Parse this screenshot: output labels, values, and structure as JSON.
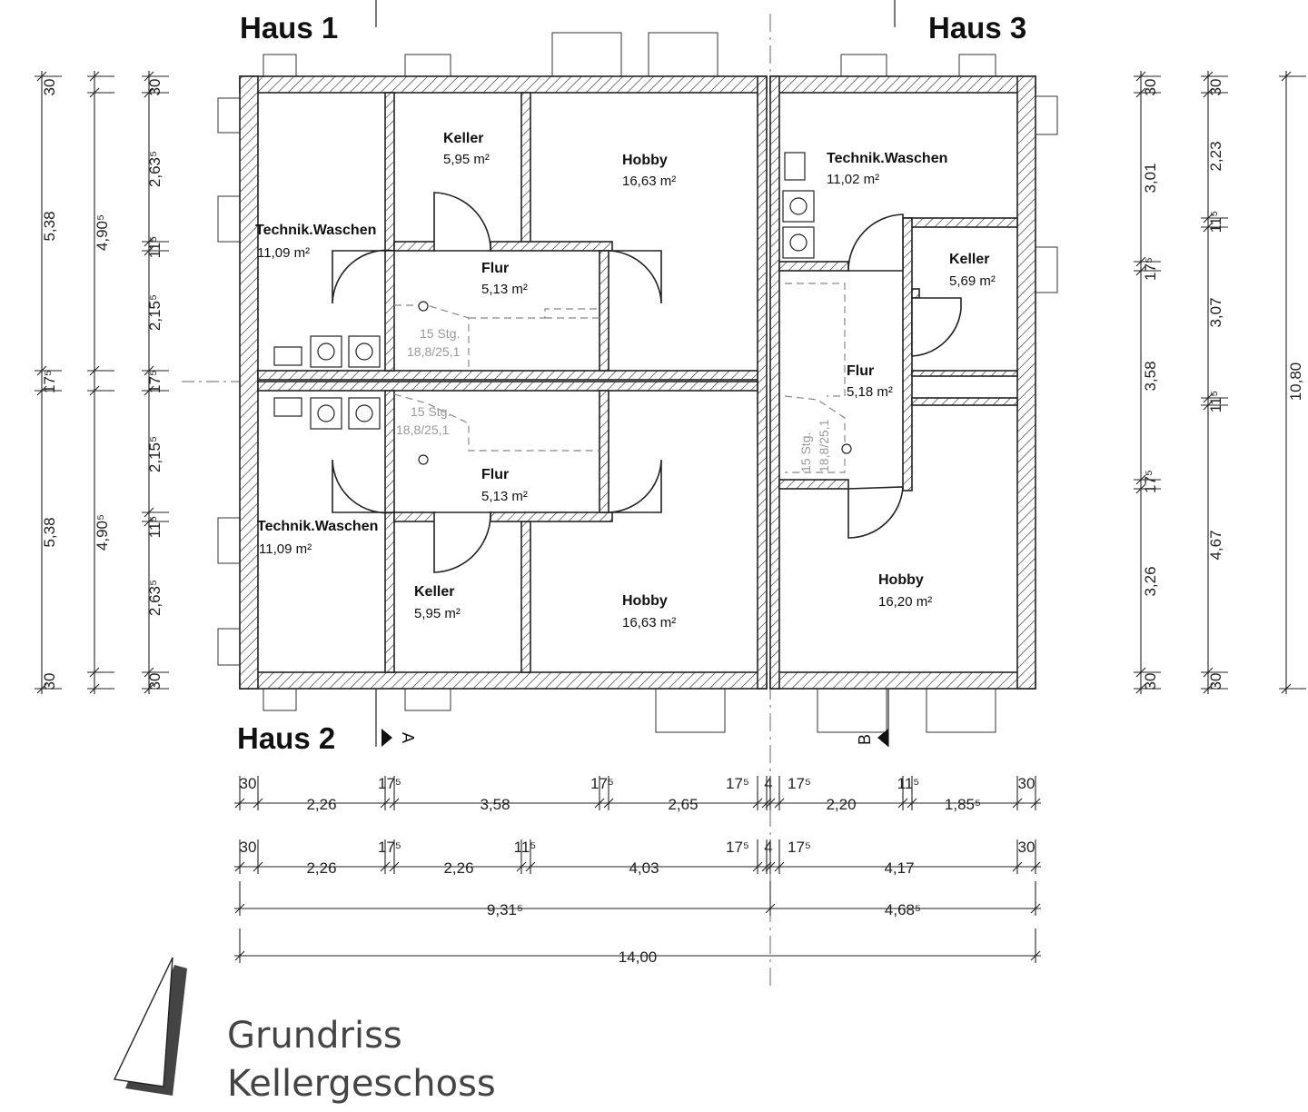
{
  "houses": {
    "h1": "Haus 1",
    "h2": "Haus 2",
    "h3": "Haus 3"
  },
  "rooms": [
    {
      "id": "keller-h1",
      "name": "Keller",
      "area": "5,95 m²"
    },
    {
      "id": "hobby-h1",
      "name": "Hobby",
      "area": "16,63 m²"
    },
    {
      "id": "technik-h1",
      "name": "Technik.Waschen",
      "area": "11,09 m²"
    },
    {
      "id": "flur-h1",
      "name": "Flur",
      "area": "5,13 m²"
    },
    {
      "id": "flur-h2",
      "name": "Flur",
      "area": "5,13 m²"
    },
    {
      "id": "technik-h2",
      "name": "Technik.Waschen",
      "area": "11,09 m²"
    },
    {
      "id": "keller-h2",
      "name": "Keller",
      "area": "5,95 m²"
    },
    {
      "id": "hobby-h2",
      "name": "Hobby",
      "area": "16,63 m²"
    },
    {
      "id": "technik-h3",
      "name": "Technik.Waschen",
      "area": "11,02 m²"
    },
    {
      "id": "keller-h3",
      "name": "Keller",
      "area": "5,69 m²"
    },
    {
      "id": "flur-h3",
      "name": "Flur",
      "area": "5,18 m²"
    },
    {
      "id": "hobby-h3",
      "name": "Hobby",
      "area": "16,20 m²"
    }
  ],
  "stairs": {
    "steps": "15 Stg.",
    "ratio": "18,8/25,1"
  },
  "sections": {
    "a": "A",
    "b": "B"
  },
  "dims": {
    "left_outer": [
      "30",
      "5,38",
      "17⁵",
      "5,38",
      "30"
    ],
    "left_mid": [
      "4,90⁵",
      "4,90⁵"
    ],
    "left_inner": [
      "30",
      "2,63⁵",
      "11⁵",
      "2,15⁵",
      "17⁵",
      "2,15⁵",
      "11⁵",
      "2,63⁵",
      "30"
    ],
    "right_inner": [
      "30",
      "3,01",
      "17⁵",
      "3,58",
      "17⁵",
      "3,26",
      "30"
    ],
    "right_mid": [
      "30",
      "2,23",
      "11⁵",
      "3,07",
      "11⁵",
      "4,67",
      "30"
    ],
    "right_outer": [
      "10,80"
    ],
    "bottom_row1": [
      "30",
      "2,26",
      "17⁵",
      "3,58",
      "17⁵",
      "2,65",
      "17⁵",
      "4",
      "17⁵",
      "2,20",
      "11⁵",
      "1,85⁵",
      "30"
    ],
    "bottom_row2": [
      "30",
      "2,26",
      "17⁵",
      "2,26",
      "11⁵",
      "4,03",
      "17⁵",
      "4",
      "17⁵",
      "4,17",
      "30"
    ],
    "bottom_row3": [
      "9,31⁵",
      "4,68⁵"
    ],
    "bottom_row4": [
      "14,00"
    ]
  },
  "title": {
    "line1": "Grundriss",
    "line2": "Kellergeschoss"
  }
}
